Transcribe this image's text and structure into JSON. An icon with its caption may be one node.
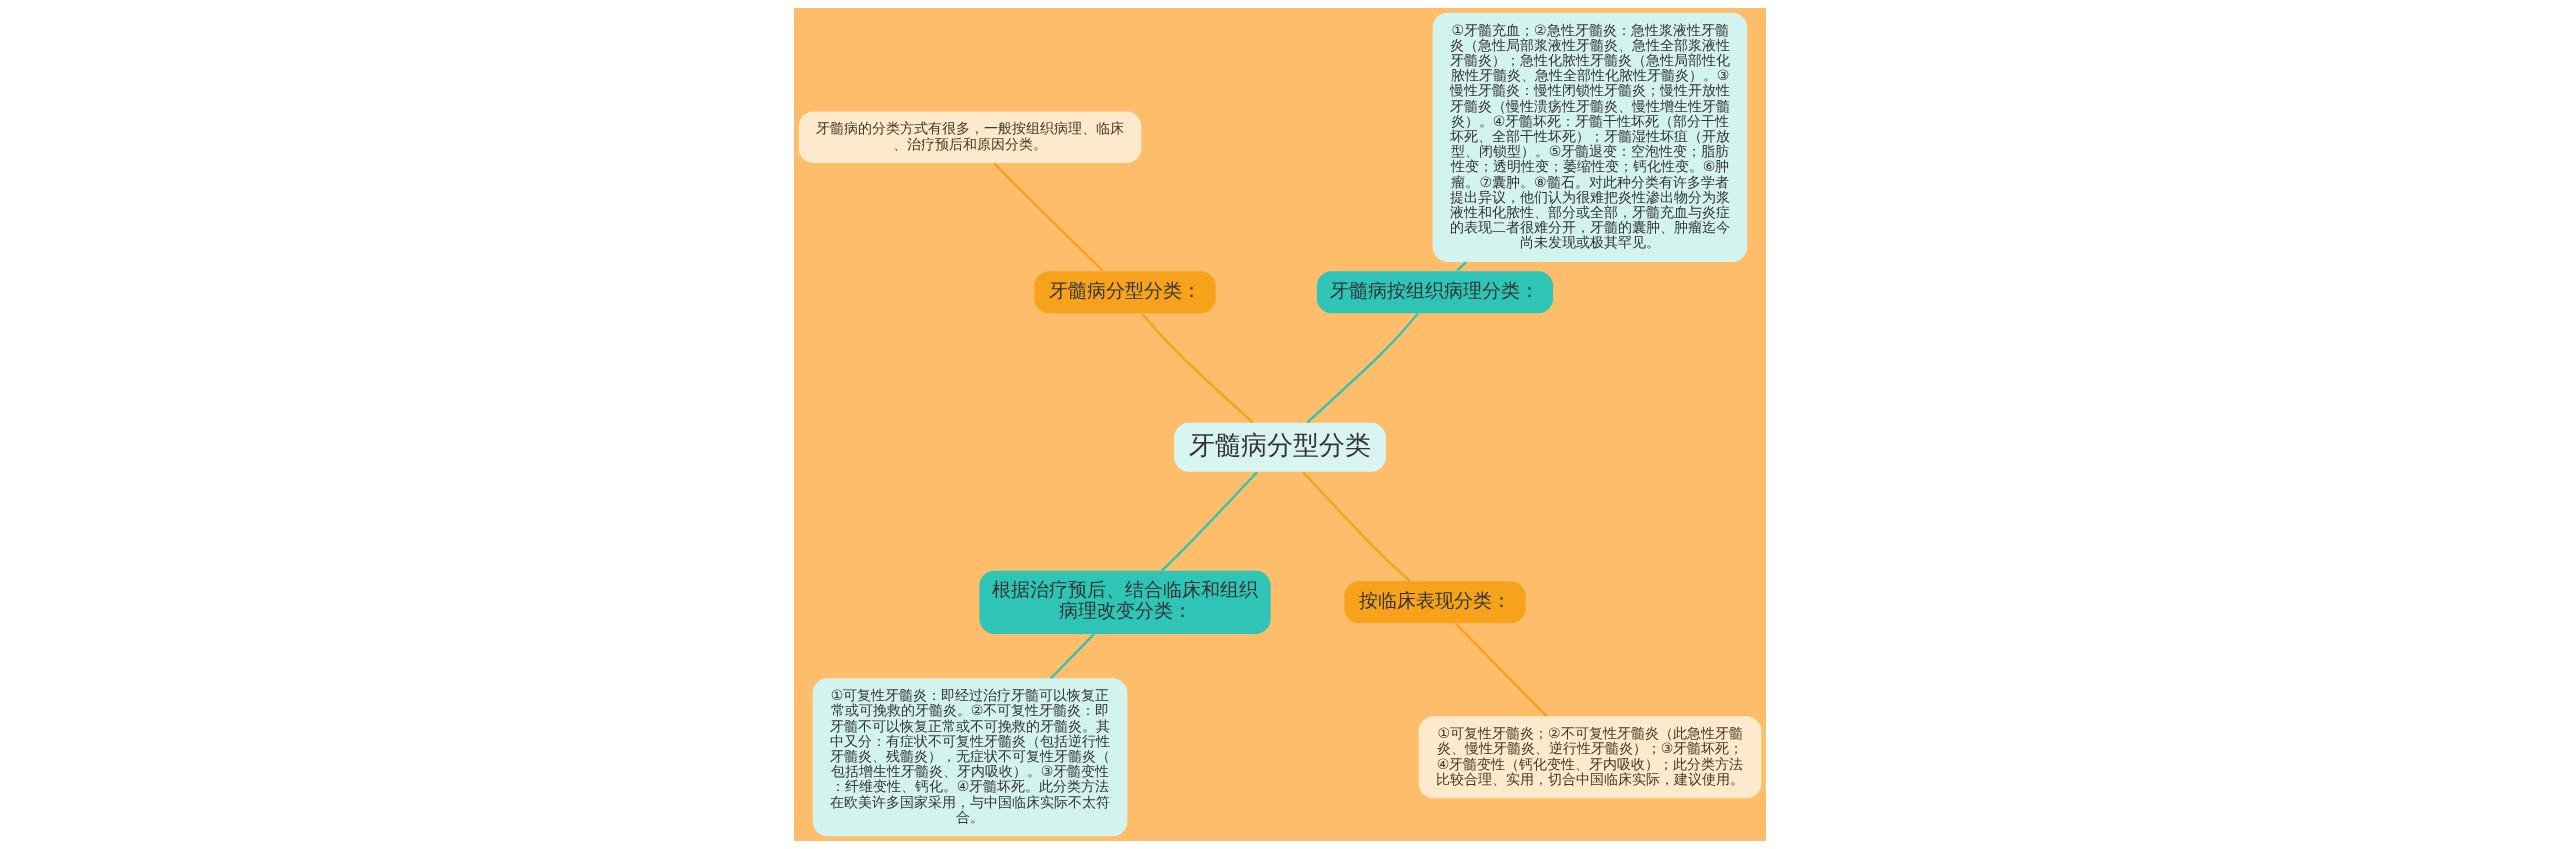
{
  "diagram": {
    "nodes": [
      {
        "text": [
          "牙髓病分型分类"
        ]
      },
      {
        "text": [
          "牙髓病按组织病理分类："
        ]
      },
      {
        "text": [
          "①牙髓充血；②急性牙髓炎：急性浆液性牙髓炎（急性局部浆液性牙髓炎、急性全部浆液性牙髓炎）；急性化脓性牙髓炎（急性局部性化脓性牙髓炎、急性全部性化脓性牙髓炎）。③慢性牙髓炎：慢性闭锁性牙髓炎；慢性开放性牙髓炎（慢性溃疡性牙髓炎、慢性增生性牙髓炎）。④牙髓坏死：牙髓干性坏死（部分干性坏死、全部干性坏死）；牙髓湿性坏疽（开放型、闭锁型）。⑤牙髓退变：空泡性变；脂肪性变；透明性变；萎缩性变；钙化性变。⑥肿瘤。⑦囊肿。⑧髓石。对此种分类有许多学者提出异议，他们认为很难把炎性渗出物分为浆液性和化脓性、部分或全部，牙髓充血与炎症的表现二者很难分开，牙髓的囊肿、肿瘤迄今尚未发现或极其罕见。"
        ]
      },
      {
        "text": [
          "牙髓病分型分类："
        ]
      },
      {
        "text": [
          "牙髓病的分类方式有很多，一般按组织病理、临床、治疗预后和原因分类。"
        ]
      },
      {
        "text": [
          "根据治疗预后、结合临床和组织病理改变分类："
        ]
      },
      {
        "text": [
          "①可复性牙髓炎：即经过治疗牙髓可以恢复正常或可挽救的牙髓炎。②不可复性牙髓炎：即牙髓不可以恢复正常或不可挽救的牙髓炎。其中又分：有症状不可复性牙髓炎（包括逆行性牙髓炎、残髓炎），无症状不可复性牙髓炎（包括增生性牙髓炎、牙内吸收）。③牙髓变性：纤维变性、钙化。④牙髓坏死。此分类方法在欧美许多国家采用，与中国临床实际不太符合。"
        ]
      },
      {
        "text": [
          "按临床表现分类："
        ]
      },
      {
        "text": [
          "①可复性牙髓炎；②不可复性牙髓炎（此急性牙髓炎、慢性牙髓炎、逆行性牙髓炎）；③牙髓坏死；④牙髓变性（钙化变性、牙内吸收）；此分类方法比较合理、实用，切合中国临床实际，建议使用。"
        ]
      }
    ],
    "edges": [
      {
        "from": 0,
        "to": 1,
        "arrow": "none"
      },
      {
        "from": 1,
        "to": 2,
        "arrow": "none"
      },
      {
        "from": 0,
        "to": 3,
        "arrow": "none",
        "color": "#f7a21b"
      },
      {
        "from": 3,
        "to": 4,
        "arrow": "none",
        "color": "#f7a21b"
      },
      {
        "from": 0,
        "to": 5,
        "arrow": "none"
      },
      {
        "from": 5,
        "to": 6,
        "arrow": "none"
      },
      {
        "from": 0,
        "to": 7,
        "arrow": "none",
        "color": "#f7a21b"
      },
      {
        "from": 7,
        "to": 8,
        "arrow": "none",
        "color": "#f7a21b"
      }
    ]
  }
}
